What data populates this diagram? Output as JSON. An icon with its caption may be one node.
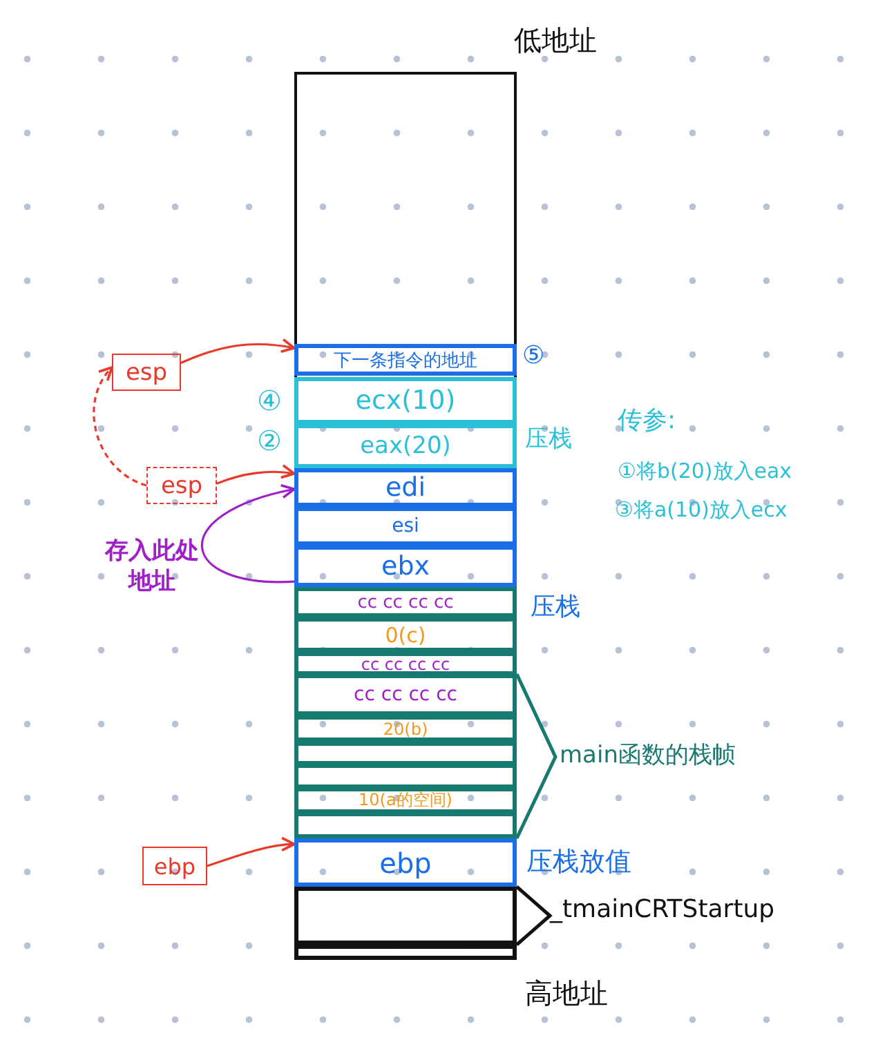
{
  "diagram": {
    "nodes": [
      {
        "text": [],
        "shape": "box"
      },
      {
        "text": [
          "下一条指令的地址"
        ],
        "in": 0,
        "beside": [
          "⑤"
        ]
      },
      {
        "text": [
          "ecx(10)"
        ],
        "in": 0,
        "beside": [
          "④"
        ]
      },
      {
        "text": [
          "eax(20)"
        ],
        "in": 0,
        "beside": [
          "②"
        ]
      },
      {
        "text": [
          "edi"
        ],
        "in": 0
      },
      {
        "text": [
          "esi"
        ],
        "in": 0
      },
      {
        "text": [
          "ebx"
        ],
        "in": 0
      },
      {
        "text": [
          "cc cc cc cc"
        ],
        "in": 0
      },
      {
        "text": [
          "0(c)"
        ],
        "in": 0
      },
      {
        "text": [
          "cc cc cc cc"
        ],
        "in": 0
      },
      {
        "text": [
          "cc cc cc cc"
        ],
        "in": 0
      },
      {
        "text": [
          "20(b)"
        ],
        "in": 0
      },
      {
        "text": [],
        "shape": "box",
        "in": 0
      },
      {
        "text": [],
        "shape": "box",
        "in": 0
      },
      {
        "text": [
          "10(a的空间)"
        ],
        "in": 0
      },
      {
        "text": [],
        "shape": "box",
        "in": 0
      },
      {
        "text": [
          "ebp"
        ],
        "in": 0
      },
      {
        "text": [],
        "shape": "box",
        "in": 0
      },
      {
        "text": [],
        "shape": "box",
        "in": 0
      },
      {
        "text": [
          "esp"
        ]
      },
      {
        "text": [
          "esp"
        ]
      },
      {
        "text": [
          "ebp"
        ]
      }
    ],
    "edges": [
      {
        "from": 19,
        "to": 1,
        "arrow": "to"
      },
      {
        "from": 20,
        "to": 4,
        "arrow": "to"
      },
      {
        "from": 20,
        "to": 19,
        "arrow": "to",
        "style": "dashed"
      },
      {
        "from": 21,
        "to": 16,
        "arrow": "to"
      },
      {
        "from": 6,
        "to": 4,
        "arrow": "to",
        "label": "存入此处地址",
        "color": "#a020c8"
      }
    ],
    "labels": [
      "低地址",
      "压栈",
      "传参:",
      "①将b(20)放入eax",
      "③将a(10)放入ecx",
      "压栈",
      "main函数的栈帧",
      "压栈放值",
      "_tmainCRTStartup",
      "高地址"
    ]
  }
}
